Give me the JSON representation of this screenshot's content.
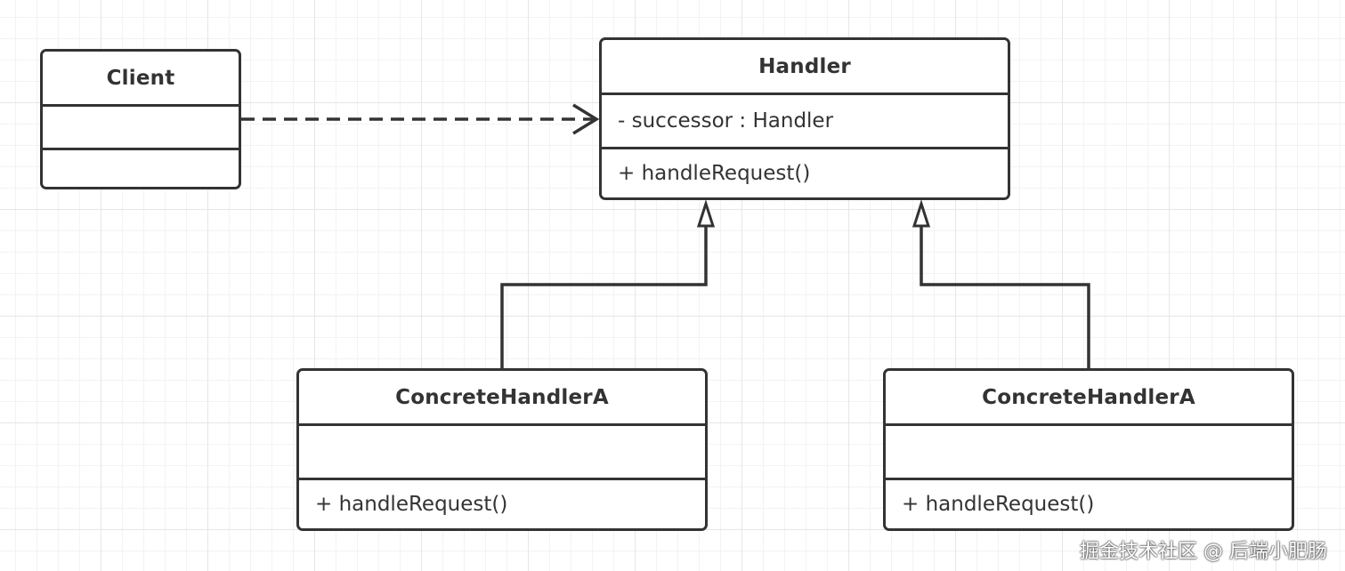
{
  "classes": {
    "client": {
      "name": "Client"
    },
    "handler": {
      "name": "Handler",
      "attribute": "- successor : Handler",
      "operation": "+ handleRequest()"
    },
    "concrete_left": {
      "name": "ConcreteHandlerA",
      "operation": "+ handleRequest()"
    },
    "concrete_right": {
      "name": "ConcreteHandlerA",
      "operation": "+ handleRequest()"
    }
  },
  "relations": [
    {
      "from": "Client",
      "to": "Handler",
      "kind": "dependency"
    },
    {
      "from": "ConcreteHandlerA",
      "to": "Handler",
      "kind": "generalization"
    },
    {
      "from": "ConcreteHandlerA",
      "to": "Handler",
      "kind": "generalization"
    }
  ],
  "colors": {
    "stroke": "#333333",
    "grid": "#e6e6e6",
    "background": "#ffffff"
  },
  "watermark": "掘金技术社区 @ 后端小肥肠"
}
